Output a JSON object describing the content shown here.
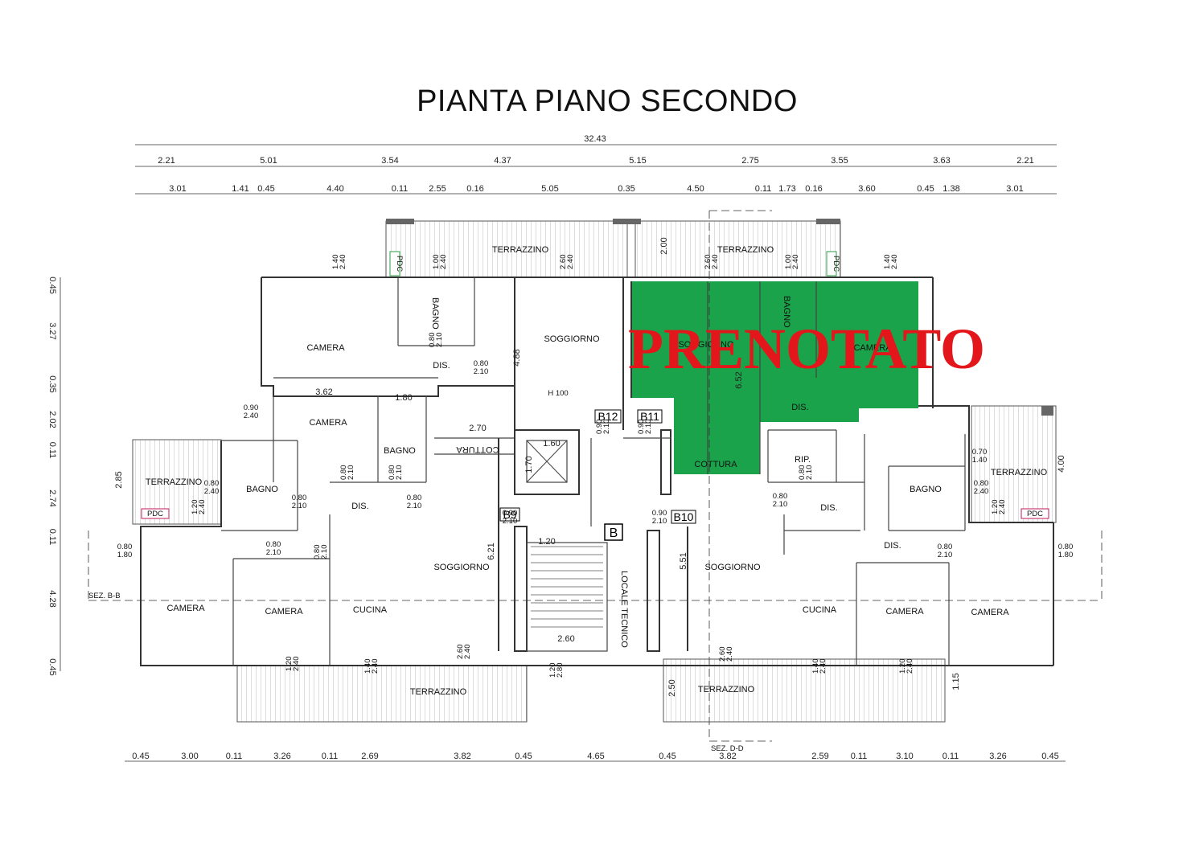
{
  "title": "PIANTA PIANO SECONDO",
  "reserved_label": "PRENOTATO",
  "colors": {
    "reserved_fill": "#1aa34a",
    "reserved_text": "#e3161b",
    "pdc": "#c2185b",
    "pdc_green": "#2e9e4a"
  },
  "dims": {
    "total": "32.43",
    "row2": [
      "2.21",
      "5.01",
      "3.54",
      "4.37",
      "5.15",
      "2.75",
      "3.55",
      "3.63",
      "2.21"
    ],
    "row3": [
      "3.01",
      "1.41",
      "0.45",
      "4.40",
      "0.11",
      "2.55",
      "0.16",
      "5.05",
      "0.35",
      "4.50",
      "0.11",
      "1.73",
      "0.16",
      "3.60",
      "0.45",
      "1.38",
      "3.01"
    ],
    "bottom": [
      "0.45",
      "3.00",
      "0.11",
      "3.26",
      "0.11",
      "2.69",
      "3.82",
      "0.45",
      "4.65",
      "0.45",
      "3.82",
      "2.59",
      "0.11",
      "3.10",
      "0.11",
      "3.26",
      "0.45"
    ],
    "left": [
      "0.45",
      "3.27",
      "0.35",
      "2.02",
      "0.11",
      "2.74",
      "0.11",
      "4.28",
      "0.45"
    ],
    "inner": [
      "2.00",
      "4.88",
      "6.52",
      "6.21",
      "5.51",
      "2.85",
      "4.00",
      "2.50",
      "1.15",
      "3.62",
      "1.80",
      "2.70",
      "1.60",
      "1.70",
      "1.20",
      "2.60"
    ]
  },
  "openings": [
    {
      "a": "1.40",
      "b": "2.40"
    },
    {
      "a": "1.00",
      "b": "2.40"
    },
    {
      "a": "2.60",
      "b": "2.40"
    },
    {
      "a": "2.60",
      "b": "2.40"
    },
    {
      "a": "1.00",
      "b": "2.40"
    },
    {
      "a": "1.40",
      "b": "2.40"
    },
    {
      "a": "0.80",
      "b": "2.10"
    },
    {
      "a": "0.80",
      "b": "2.10"
    },
    {
      "a": "0.90",
      "b": "2.40"
    },
    {
      "a": "0.80",
      "b": "2.40"
    },
    {
      "a": "1.20",
      "b": "2.40"
    },
    {
      "a": "0.80",
      "b": "2.10"
    },
    {
      "a": "0.80",
      "b": "2.10"
    },
    {
      "a": "0.80",
      "b": "2.10"
    },
    {
      "a": "0.80",
      "b": "1.80"
    },
    {
      "a": "0.80",
      "b": "2.10"
    },
    {
      "a": "0.80",
      "b": "2.10"
    },
    {
      "a": "0.90",
      "b": "2.10"
    },
    {
      "a": "0.90",
      "b": "2.10"
    },
    {
      "a": "0.90",
      "b": "2.10"
    },
    {
      "a": "0.90",
      "b": "2.10"
    },
    {
      "a": "0.80",
      "b": "2.10"
    },
    {
      "a": "0.70",
      "b": "1.40"
    },
    {
      "a": "0.80",
      "b": "2.40"
    },
    {
      "a": "1.20",
      "b": "2.40"
    },
    {
      "a": "0.80",
      "b": "2.10"
    },
    {
      "a": "0.80",
      "b": "2.10"
    },
    {
      "a": "0.80",
      "b": "1.80"
    },
    {
      "a": "1.20",
      "b": "2.40"
    },
    {
      "a": "1.40",
      "b": "2.40"
    },
    {
      "a": "2.60",
      "b": "2.40"
    },
    {
      "a": "1.20",
      "b": "2.80"
    },
    {
      "a": "2.60",
      "b": "2.40"
    },
    {
      "a": "1.40",
      "b": "2.40"
    },
    {
      "a": "1.20",
      "b": "2.40"
    },
    {
      "a": "0.80",
      "b": "2.10"
    }
  ],
  "rooms": {
    "terrazzino": "TERRAZZINO",
    "camera": "CAMERA",
    "bagno": "BAGNO",
    "soggiorno": "SOGGIORNO",
    "soggiorno_reserved": "SOGGIORNO",
    "dis": "DIS.",
    "cottura": "COTTURA",
    "cucina": "CUCINA",
    "rip": "RIP.",
    "locale_tecnico": "LOCALE TECNICO",
    "pdc": "PDC"
  },
  "tags": {
    "b9": "B9",
    "b10": "B10",
    "b11": "B11",
    "b12": "B12",
    "b": "B"
  },
  "section_bb": "SEZ. B-B",
  "section_dd": "SEZ. D-D",
  "h100": "H 100"
}
